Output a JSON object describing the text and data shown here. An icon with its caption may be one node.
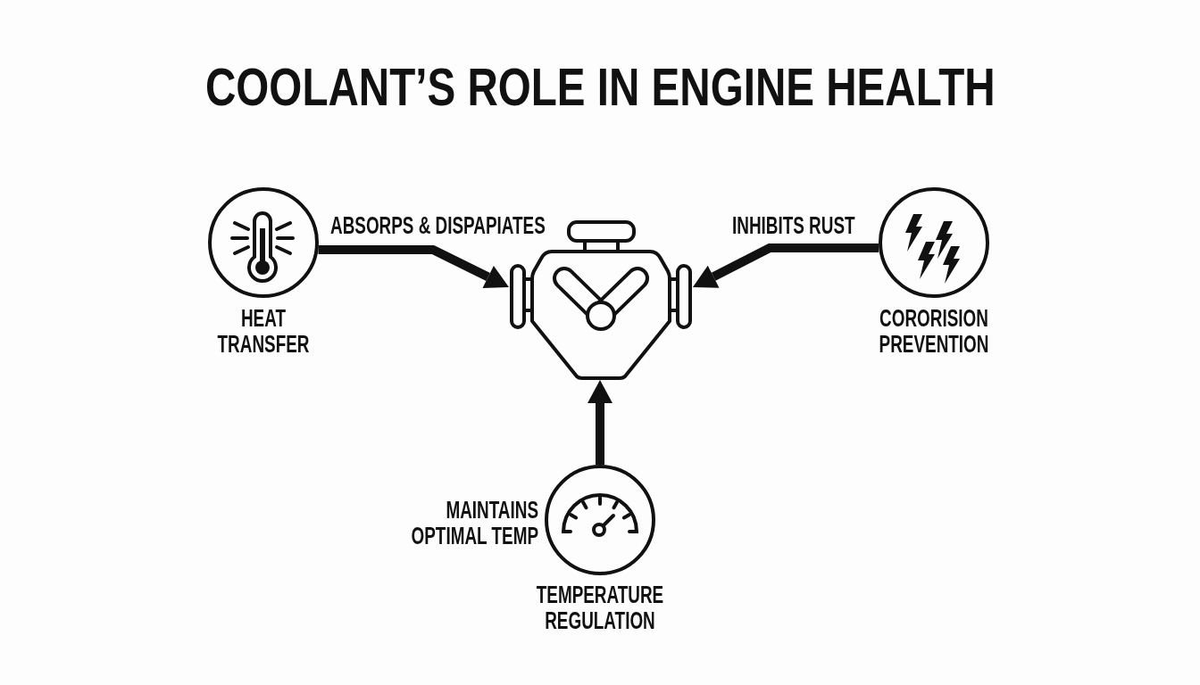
{
  "diagram": {
    "title": "COOLANT’S ROLE IN ENGINE HEALTH",
    "nodes": [
      {
        "text": [
          "HEAT TRANSFER"
        ]
      },
      {
        "text": [],
        "shape": "picture"
      },
      {
        "text": [
          "CORORISION PREVENTION"
        ]
      },
      {
        "text": [
          "TEMPERATURE REGULATION"
        ],
        "beside": [
          "MAINTAINS OPTIMAL TEMP"
        ]
      }
    ],
    "edges": [
      {
        "from": 0,
        "to": 1,
        "arrow": "to",
        "label": "ABSORPS & DISPAPIATES"
      },
      {
        "from": 2,
        "to": 1,
        "arrow": "to",
        "label": "INHIBITS RUST"
      },
      {
        "from": 3,
        "to": 1,
        "arrow": "to"
      }
    ]
  }
}
